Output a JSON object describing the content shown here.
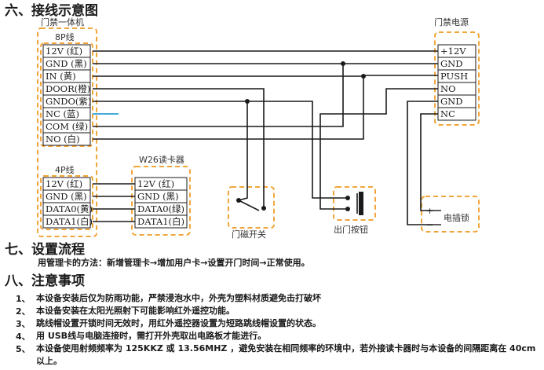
{
  "colors": {
    "accent_dashed": "#f2a63a",
    "wire": "#1a1a1a",
    "nc_wire": "#2a9fd6"
  },
  "sections": {
    "s6": "六、接线示意图",
    "s7": "七、设置流程",
    "s8": "八、注意事项"
  },
  "diagram": {
    "controller_title": "门禁一体机",
    "p8_title": "8P线",
    "p8_pins": [
      "12V (红)",
      "GND (黑)",
      "IN (黄)",
      "DOOR(橙)",
      "GNDO(紫)",
      "NC (蓝)",
      "COM (绿)",
      "NO (白)"
    ],
    "p4_title": "4P线",
    "p4_pins": [
      "12V (红)",
      "GND (黑)",
      "DATA0(黄)",
      "DATA1(白)"
    ],
    "reader_title": "W26读卡器",
    "reader_pins": [
      "12V (红)",
      "GND (黑)",
      "DATA0(绿)",
      "DATA1(白)"
    ],
    "psu_title": "门禁电源",
    "psu_pins": [
      "+12V",
      "GND",
      "PUSH",
      "NO",
      "GND",
      "NC"
    ],
    "magnet_label": "门磁开关",
    "button_label": "出门按钮",
    "lock_label": "电插锁",
    "lock_plus": "+",
    "lock_minus": "−"
  },
  "setup_method": "用管理卡的方法：新增管理卡→增加用户卡→设置开门时间→正常使用。",
  "notes": [
    {
      "num": "1、",
      "text": "本设备安装后仅为防雨功能，严禁浸泡水中，外壳为塑料材质避免击打破坏"
    },
    {
      "num": "2、",
      "text": "本设备安装在太阳光照射下可能影响红外遥控功能。"
    },
    {
      "num": "3、",
      "text": "跳线帽设置开锁时间无效时，用红外遥控器设置为短路跳线帽设置的状态。"
    },
    {
      "num": "4、",
      "text": "用 USB线与电脑连接时，需打开外壳取出电路板才能进行。"
    },
    {
      "num": "5、",
      "text": "本设备使用射频频率为 125KKZ 或 13.56MHZ ，避免安装在相同频率的环境中，若外接读卡器时与本设备的间隔距离在 40cm以上。"
    }
  ]
}
